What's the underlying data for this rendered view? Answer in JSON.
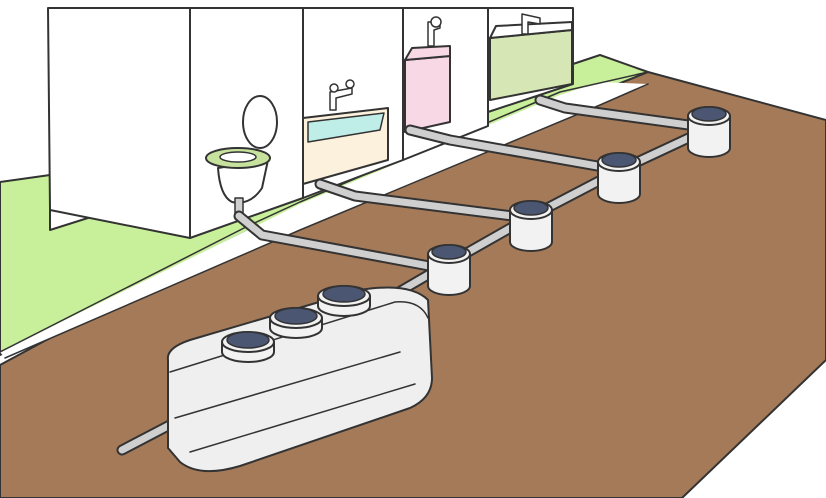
{
  "diagram": {
    "type": "household-drainage-to-septic-tank",
    "texts": [],
    "colors": {
      "ground": "#a47a59",
      "lawn": "#c8f09a",
      "building_white": "#ffffff",
      "bathtub": "#fbf1dd",
      "bath_water": "#bfeee8",
      "washing_machine": "#f8d8e4",
      "sink_cabinet": "#d6e6b4",
      "toilet_seat": "#c6e29c",
      "pipe": "#cfcfcf",
      "manhole_lid": "#4a5672",
      "septic_tank_body": "#efefef",
      "outline": "#333333"
    },
    "fixtures": [
      "toilet",
      "bathtub",
      "washing-machine",
      "sink"
    ],
    "inspection_chamber_count": 4,
    "septic_tank_manhole_count": 3
  }
}
